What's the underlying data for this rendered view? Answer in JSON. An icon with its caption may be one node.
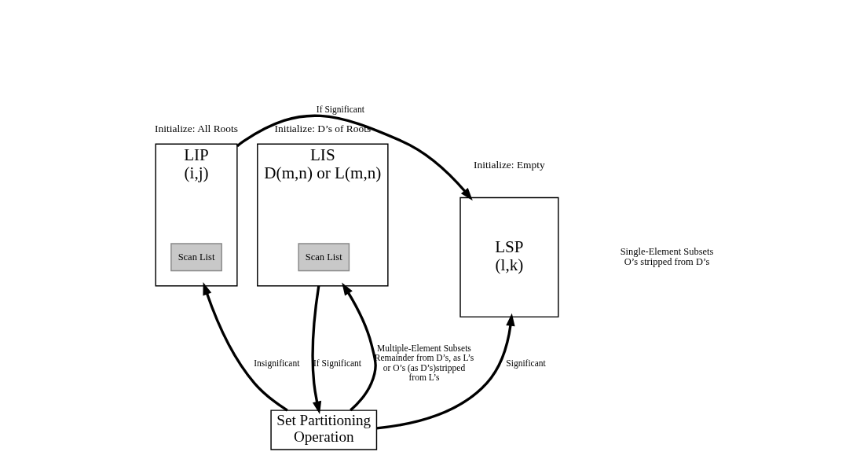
{
  "diagram": {
    "nodes": [
      {
        "text": [
          "LIP",
          "(i,j)"
        ],
        "beside": [
          "Initialize: All Roots"
        ]
      },
      {
        "text": [
          "Scan List"
        ],
        "in": 0
      },
      {
        "text": [
          "LSP",
          "(l,k)"
        ],
        "beside": [
          "Initialize: Empty"
        ]
      },
      {
        "text": [
          "LIS",
          "D(m,n) or L(m,n)"
        ],
        "beside": [
          "Initialize: D’s of Roots"
        ]
      },
      {
        "text": [
          "Scan List"
        ],
        "in": 3
      },
      {
        "text": [
          "Set Partitioning Operation"
        ]
      }
    ],
    "edges": [
      {
        "from": 0,
        "to": 2,
        "arrow": "to",
        "label": "If Significant"
      },
      {
        "from": 3,
        "to": 5,
        "arrow": "to",
        "label": "If Significant"
      },
      {
        "from": 5,
        "to": 0,
        "arrow": "to",
        "label": "Insignificant"
      },
      {
        "from": 5,
        "to": 2,
        "arrow": "to",
        "label": "Significant"
      },
      {
        "from": 5,
        "to": 3,
        "arrow": "to",
        "label": "Multiple-Element Subsets Remainder from D’s, as L’s or O’s (as D’s)stripped from L’s"
      }
    ],
    "labels": [
      "Single-Element Subsets O’s stripped from D’s"
    ]
  }
}
